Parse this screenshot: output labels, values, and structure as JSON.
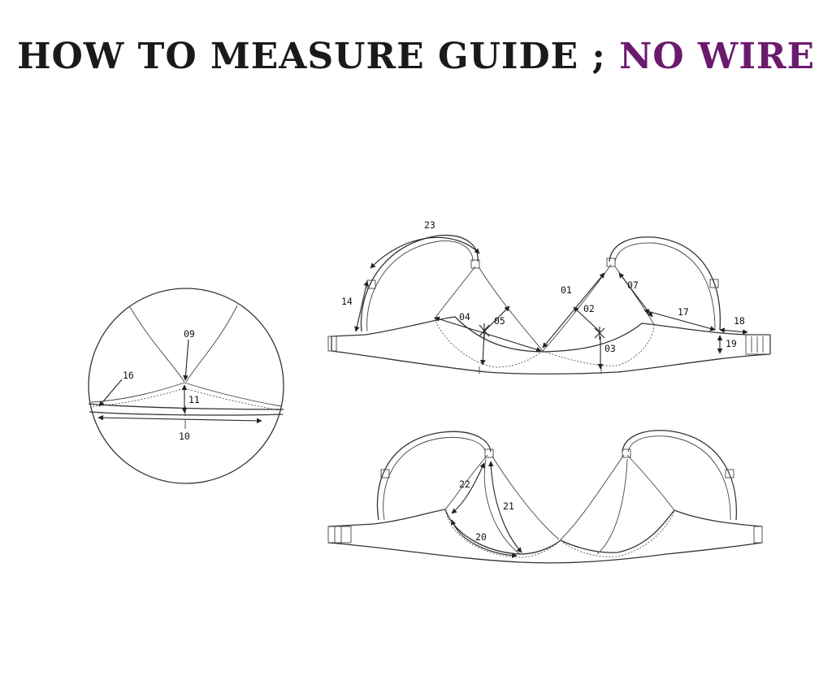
{
  "title": {
    "main": "HOW TO MEASURE GUIDE ;",
    "accent": "NO WIRE"
  },
  "detail_labels": {
    "p09": "09",
    "p16": "16",
    "p11": "11",
    "p10": "10"
  },
  "front_labels": {
    "p23": "23",
    "p14": "14",
    "p04": "04",
    "p05": "05",
    "p01": "01",
    "p02": "02",
    "p03": "03",
    "p07": "07",
    "p17": "17",
    "p18": "18",
    "p19": "19"
  },
  "back_labels": {
    "p22": "22",
    "p21": "21",
    "p20": "20"
  },
  "colors": {
    "title": "#1a1a1a",
    "accent": "#6b1a6e",
    "line": "#333333"
  }
}
